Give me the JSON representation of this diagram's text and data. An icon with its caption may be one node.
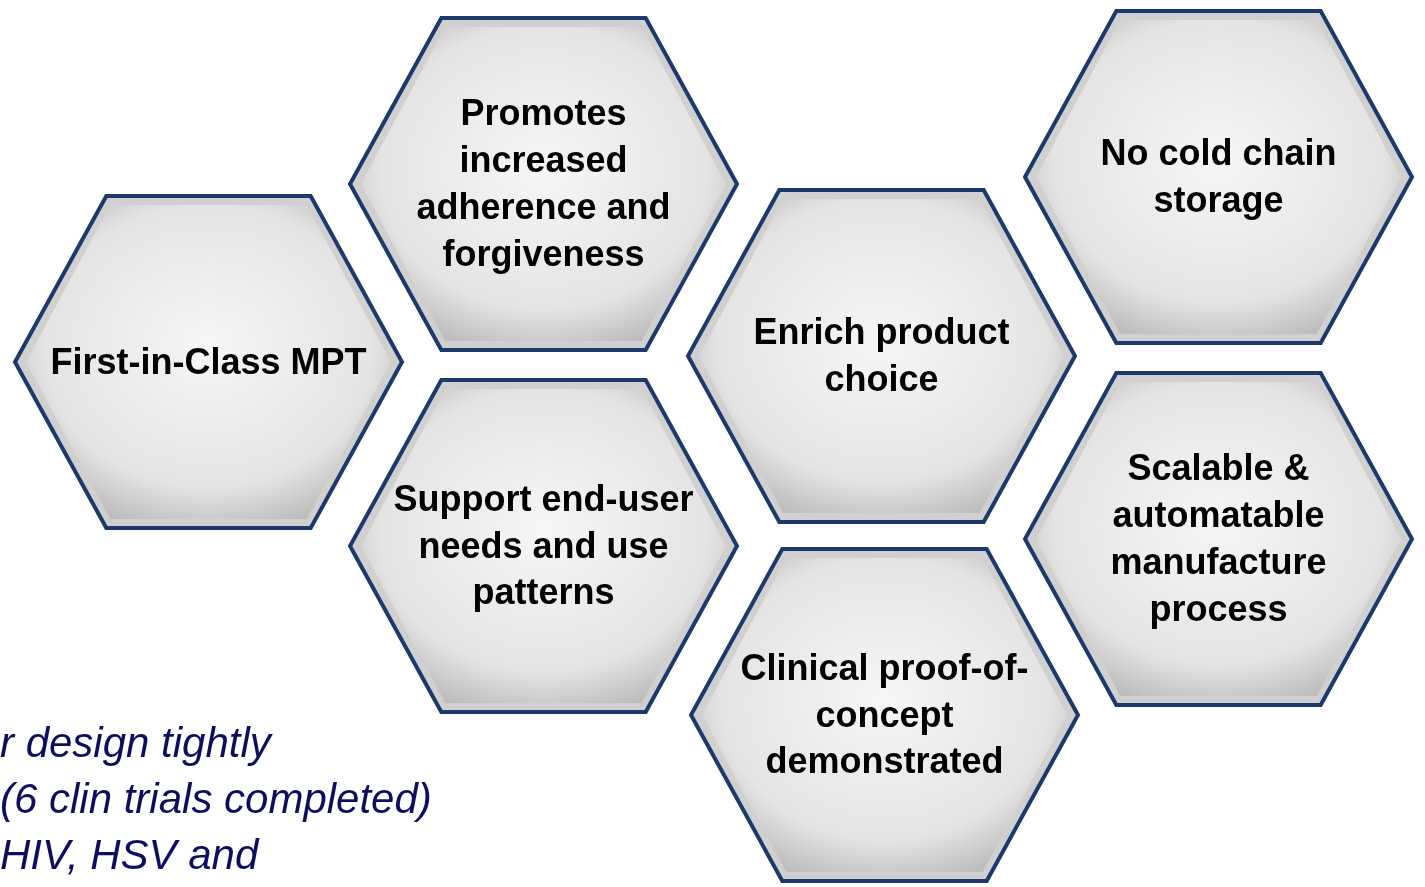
{
  "diagram": {
    "nodes": [
      {
        "text": [
          "First-in-Class MPT"
        ]
      },
      {
        "text": [
          "Promotes increased adherence and forgiveness"
        ]
      },
      {
        "text": [
          "Support end-user needs and use patterns"
        ]
      },
      {
        "text": [
          "Enrich product choice"
        ]
      },
      {
        "text": [
          "Clinical proof-of-concept demonstrated"
        ]
      },
      {
        "text": [
          "No cold chain storage"
        ]
      },
      {
        "text": [
          "Scalable & automatable manufacture process"
        ]
      }
    ],
    "labels": [
      "r design tightly",
      "(6 clin trials completed)",
      "HIV, HSV and"
    ]
  }
}
